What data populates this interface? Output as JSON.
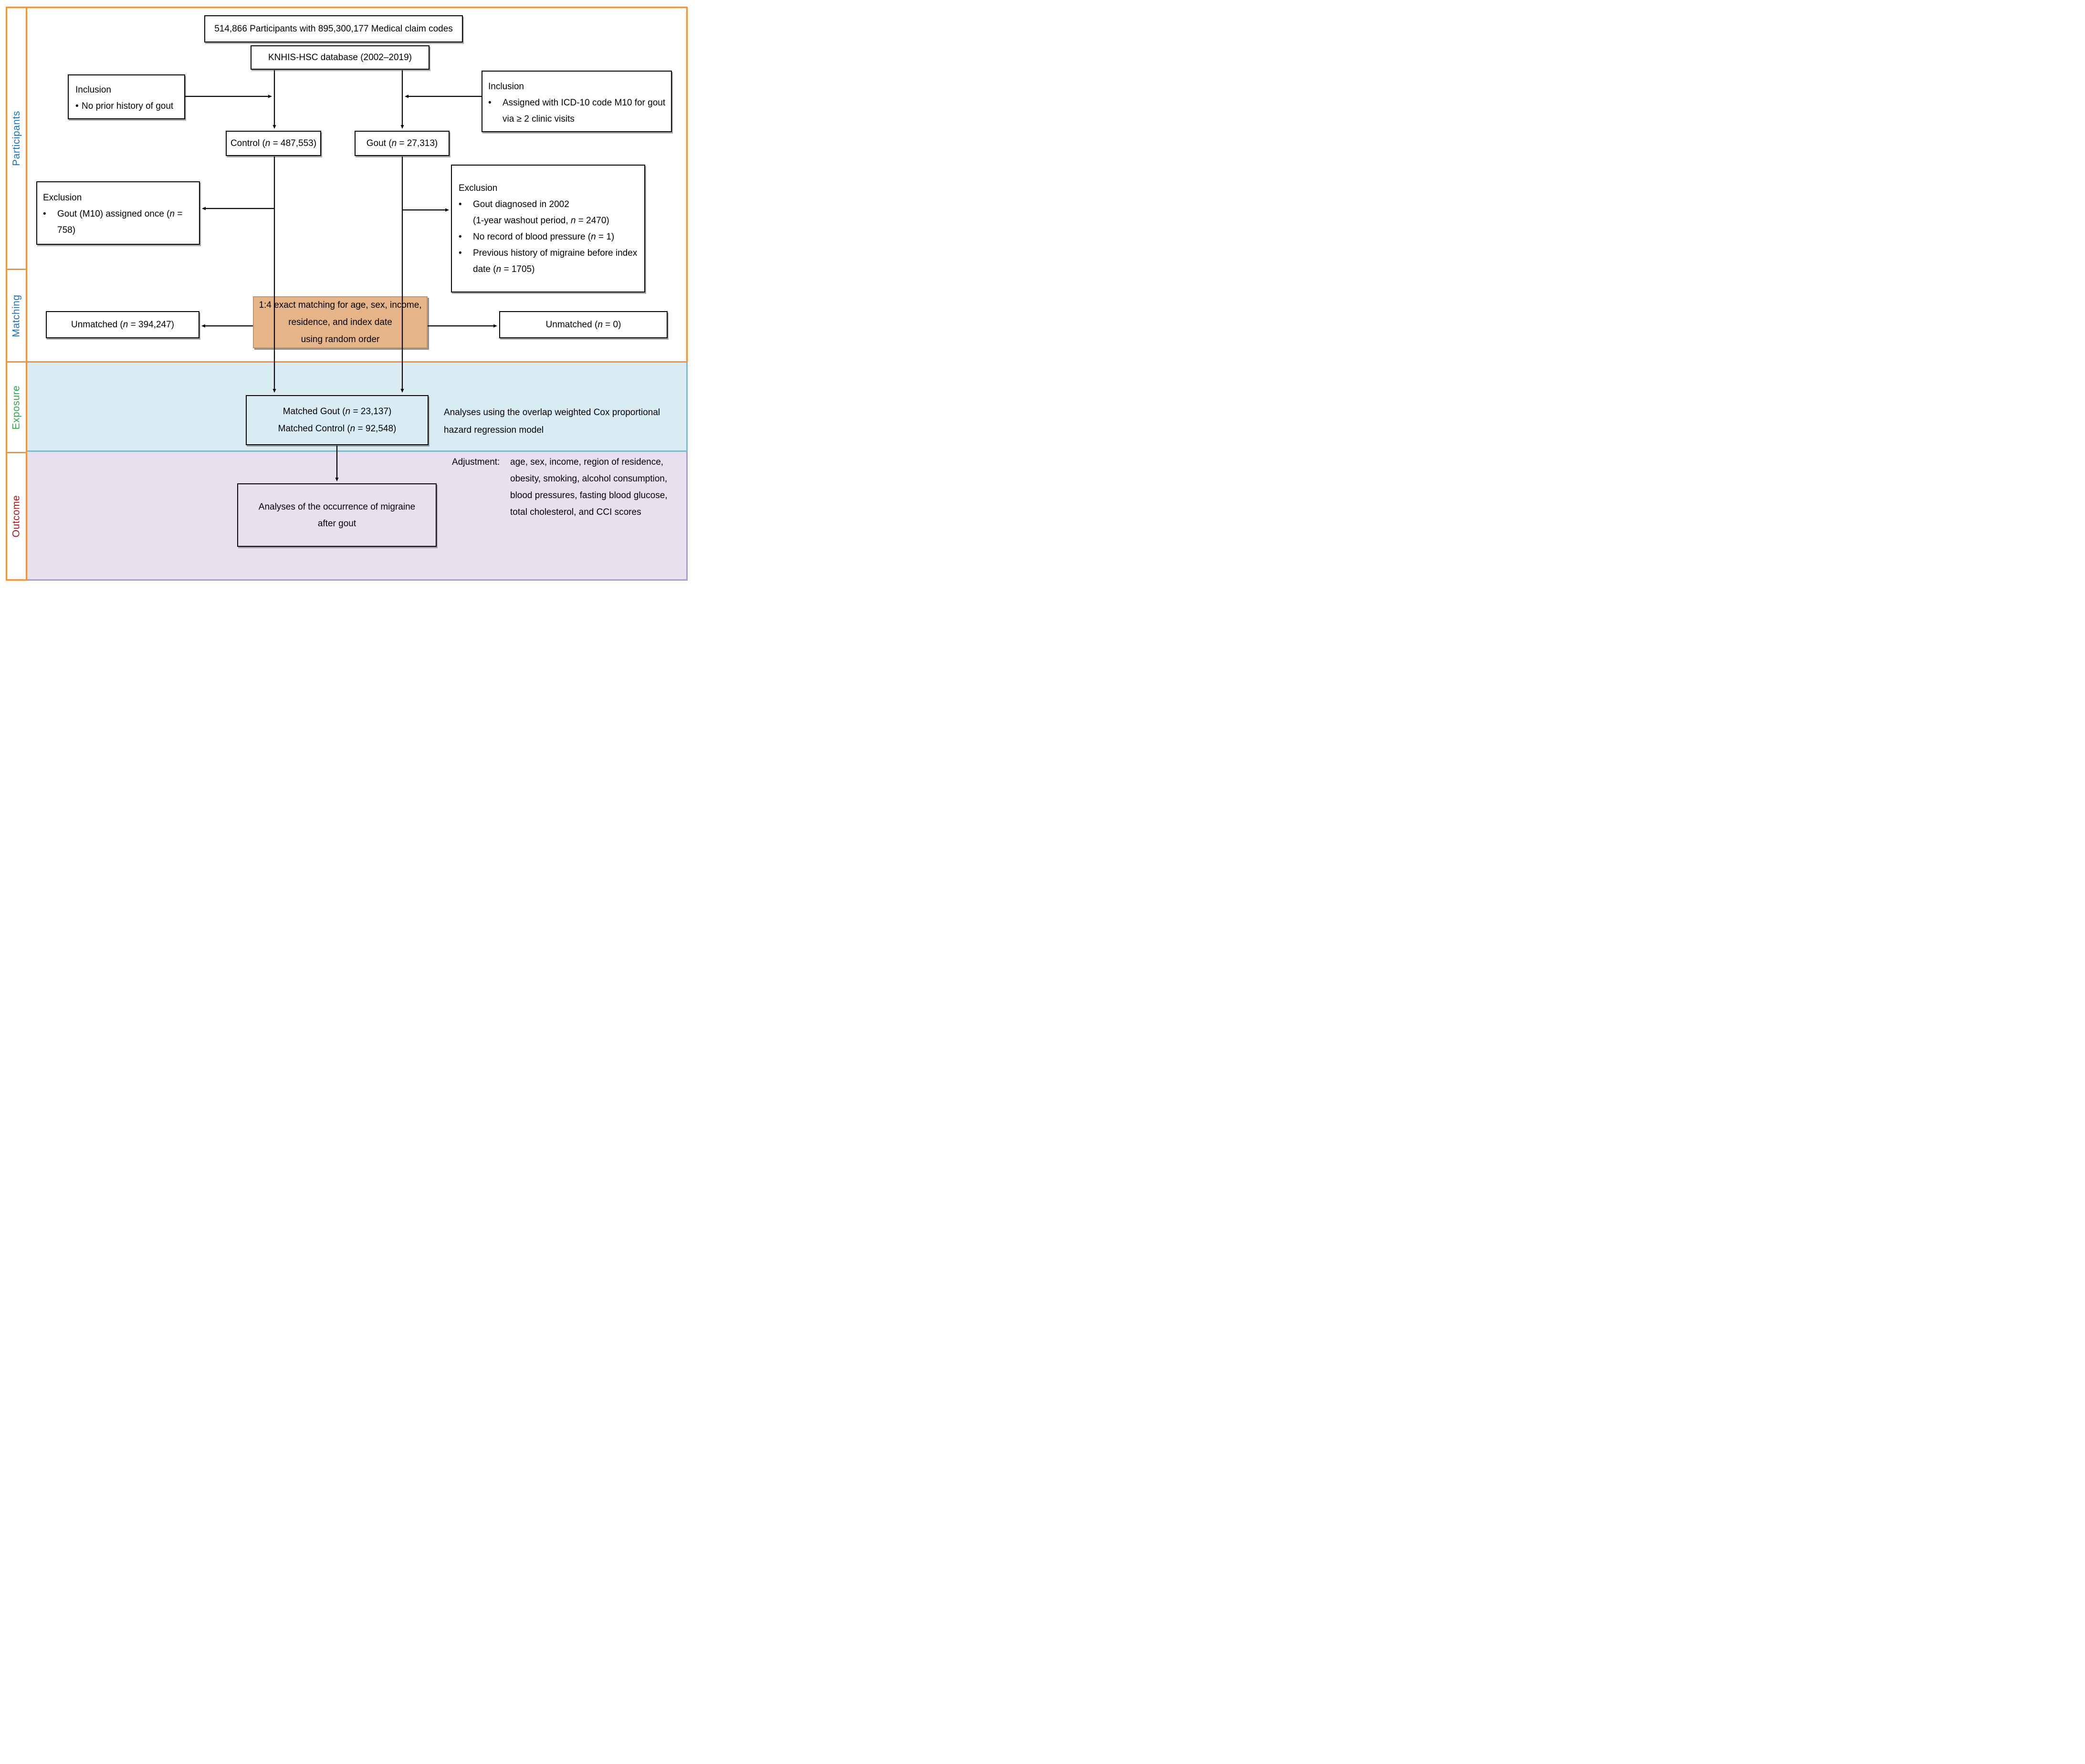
{
  "sidebar": {
    "participants": "Participants",
    "matching": "Matching",
    "exposure": "Exposure",
    "outcome": "Outcome"
  },
  "colors": {
    "frame_orange": "#F09440",
    "sidebar_blue": "#1C70C4",
    "sidebar_green": "#2FA64D",
    "sidebar_red": "#B5121F",
    "exposure_band_fill": "#D9EBF3",
    "exposure_band_border": "#85BACD",
    "outcome_band_fill": "#E6E0EF",
    "outcome_band_border": "#AB9DC9",
    "matching_box_fill": "#E5B488",
    "box_border": "#000000"
  },
  "boxes": {
    "participants_total": {
      "text": "514,866 Participants with 895,300,177 Medical claim codes"
    },
    "database": {
      "text": "KNHIS-HSC database (2002–2019)"
    },
    "inclusion_control": {
      "title": "Inclusion",
      "lines": [
        {
          "bullet": "•",
          "text": "No prior history of gout"
        }
      ]
    },
    "inclusion_gout": {
      "title": "Inclusion",
      "lines": [
        {
          "bullet": "•",
          "text": "Assigned with ICD-10 code M10 for gout"
        },
        {
          "bullet": "",
          "text": "via ≥ 2 clinic visits"
        }
      ]
    },
    "control": {
      "text": "Control (*n* = 487,553)"
    },
    "gout": {
      "text": "Gout (*n* = 27,313)"
    },
    "exclusion_control": {
      "title": "Exclusion",
      "lines": [
        {
          "bullet": "•",
          "text": "Gout (M10) assigned once (*n* ="
        },
        {
          "bullet": "",
          "text": "758)"
        }
      ]
    },
    "exclusion_gout": {
      "title": "Exclusion",
      "lines": [
        {
          "bullet": "•",
          "text": "Gout diagnosed in 2002"
        },
        {
          "bullet": "",
          "text": "(1-year washout period, *n* = 2470)"
        },
        {
          "bullet": "•",
          "text": "No record of blood pressure (*n* = 1)"
        },
        {
          "bullet": "•",
          "text": "Previous history of migraine before index"
        },
        {
          "bullet": "",
          "text": "date (*n* = 1705)"
        }
      ]
    },
    "matching": {
      "lines": [
        "1:4 exact matching for age, sex, income,",
        "residence, and index date",
        "using random order"
      ]
    },
    "unmatched_control": {
      "text": "Unmatched (*n* = 394,247)"
    },
    "unmatched_gout": {
      "text": "Unmatched (*n* = 0)"
    },
    "matched": {
      "lines": [
        "Matched Gout (*n* = 23,137)",
        "Matched Control (*n* = 92,548)"
      ]
    },
    "outcome_analysis": {
      "lines": [
        "Analyses of the occurrence of migraine",
        "after gout"
      ]
    }
  },
  "notes": {
    "exposure_model": {
      "lines": [
        "Analyses using the overlap weighted Cox proportional",
        "hazard regression model"
      ]
    },
    "adjustment": {
      "label": "Adjustment:",
      "lines": [
        "age, sex, income, region of residence,",
        "obesity, smoking, alcohol consumption,",
        "blood pressures, fasting blood glucose,",
        "total cholesterol, and CCI scores"
      ]
    }
  }
}
